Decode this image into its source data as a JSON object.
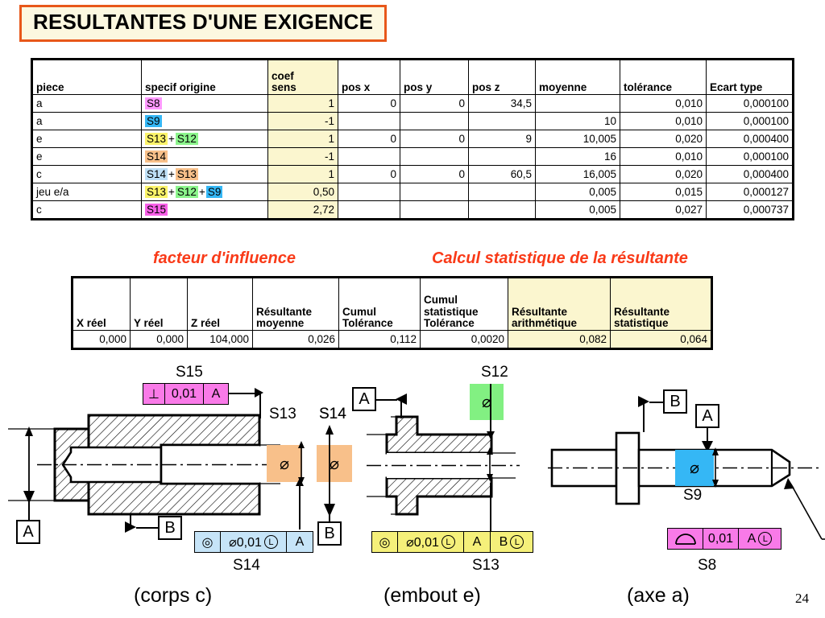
{
  "title": "RESULTANTES D'UNE EXIGENCE",
  "page_number": "24",
  "colors": {
    "title_border": "#e8571a",
    "title_bg": "#fcf8e0",
    "red_caption": "#f93a18",
    "S8": "#ff99ff",
    "S9": "#35b7f5",
    "S12": "#8cf58c",
    "S13": "#fbf36a",
    "S14": "#f8c08a",
    "S14_alt": "#bfe0f7",
    "S15": "#f860e8",
    "cream": "#fbf6cf"
  },
  "main_table": {
    "headers": [
      "piece",
      "specif origine",
      "coef sens",
      "pos x",
      "pos y",
      "pos z",
      "moyenne",
      "tolérance",
      "Ecart type"
    ],
    "header_coef_line1": "coef",
    "header_coef_line2": "sens",
    "rows": [
      {
        "piece": "a",
        "specs": [
          {
            "t": "S8",
            "c": "S8"
          }
        ],
        "coef": "1",
        "posx": "0",
        "posy": "0",
        "posz": "34,5",
        "moyenne": "",
        "tolerance": "0,010",
        "ecart": "0,000100"
      },
      {
        "piece": "a",
        "specs": [
          {
            "t": "S9",
            "c": "S9"
          }
        ],
        "coef": "-1",
        "posx": "",
        "posy": "",
        "posz": "",
        "moyenne": "10",
        "tolerance": "0,010",
        "ecart": "0,000100"
      },
      {
        "piece": "e",
        "specs": [
          {
            "t": "S13",
            "c": "S13"
          },
          {
            "t": "S12",
            "c": "S12"
          }
        ],
        "coef": "1",
        "posx": "0",
        "posy": "0",
        "posz": "9",
        "moyenne": "10,005",
        "tolerance": "0,020",
        "ecart": "0,000400"
      },
      {
        "piece": "e",
        "specs": [
          {
            "t": "S14",
            "c": "S14"
          }
        ],
        "coef": "-1",
        "posx": "",
        "posy": "",
        "posz": "",
        "moyenne": "16",
        "tolerance": "0,010",
        "ecart": "0,000100"
      },
      {
        "piece": "c",
        "specs": [
          {
            "t": "S14",
            "c": "S14_alt"
          },
          {
            "t": "S13",
            "c": "S14"
          }
        ],
        "coef": "1",
        "posx": "0",
        "posy": "0",
        "posz": "60,5",
        "moyenne": "16,005",
        "tolerance": "0,020",
        "ecart": "0,000400"
      },
      {
        "piece": "jeu e/a",
        "specs": [
          {
            "t": "S13",
            "c": "S13"
          },
          {
            "t": "S12",
            "c": "S12"
          },
          {
            "t": "S9",
            "c": "S9"
          }
        ],
        "coef": "0,50",
        "posx": "",
        "posy": "",
        "posz": "",
        "moyenne": "0,005",
        "tolerance": "0,015",
        "ecart": "0,000127"
      },
      {
        "piece": "c",
        "specs": [
          {
            "t": "S15",
            "c": "S15"
          }
        ],
        "coef": "2,72",
        "posx": "",
        "posy": "",
        "posz": "",
        "moyenne": "0,005",
        "tolerance": "0,027",
        "ecart": "0,000737"
      }
    ],
    "plus_sign": "+"
  },
  "captions": {
    "facteur": "facteur d'influence",
    "calcul": "Calcul statistique de la résultante"
  },
  "result_table": {
    "headers": [
      {
        "l1": "",
        "l2": "",
        "l3": "X réel"
      },
      {
        "l1": "",
        "l2": "",
        "l3": "Y réel"
      },
      {
        "l1": "",
        "l2": "",
        "l3": "Z réel"
      },
      {
        "l1": "",
        "l2": "Résultante",
        "l3": "moyenne"
      },
      {
        "l1": "",
        "l2": "Cumul",
        "l3": "Tolérance"
      },
      {
        "l1": "Cumul",
        "l2": "statistique",
        "l3": "Tolérance"
      },
      {
        "l1": "",
        "l2": "Résultante",
        "l3": "arithmétique"
      },
      {
        "l1": "",
        "l2": "Résultante",
        "l3": "statistique"
      }
    ],
    "values": [
      "0,000",
      "0,000",
      "104,000",
      "0,026",
      "0,112",
      "0,0020",
      "0,082",
      "0,064"
    ],
    "highlighted_columns": [
      6,
      7
    ]
  },
  "drawings": {
    "corps": {
      "caption": "(corps c)",
      "datum_a": "A",
      "datum_b": "B",
      "s15_label": "S15",
      "s15_fcf": {
        "symbol": "⊥",
        "tolerance": "0,01",
        "datum": "A"
      },
      "s13_label": "S13",
      "s14_label_top": "S14",
      "s14_label_bottom": "S14",
      "s14_fcf": {
        "symbol": "◎",
        "tolerance": "⌀0,01",
        "modifier": "L",
        "datum": "A"
      },
      "dia_symbol": "⌀"
    },
    "embout": {
      "caption": "(embout e)",
      "datum_a": "A",
      "datum_b": "B",
      "s12_label": "S12",
      "s14_label": "S14",
      "s13_label": "S13",
      "s13_fcf": {
        "symbol": "◎",
        "tolerance": "⌀0,01",
        "modifier": "L",
        "datum1": "A",
        "datum2": "B",
        "datum2_modifier": "L"
      },
      "dia_symbol": "⌀"
    },
    "axe": {
      "caption": "(axe a)",
      "datum_a": "A",
      "datum_b": "B",
      "s9_label": "S9",
      "s8_label": "S8",
      "s8_fcf": {
        "symbol": "⌒",
        "tolerance": "0,01",
        "datum": "A",
        "datum_modifier": "L"
      },
      "dia_symbol": "⌀"
    }
  }
}
